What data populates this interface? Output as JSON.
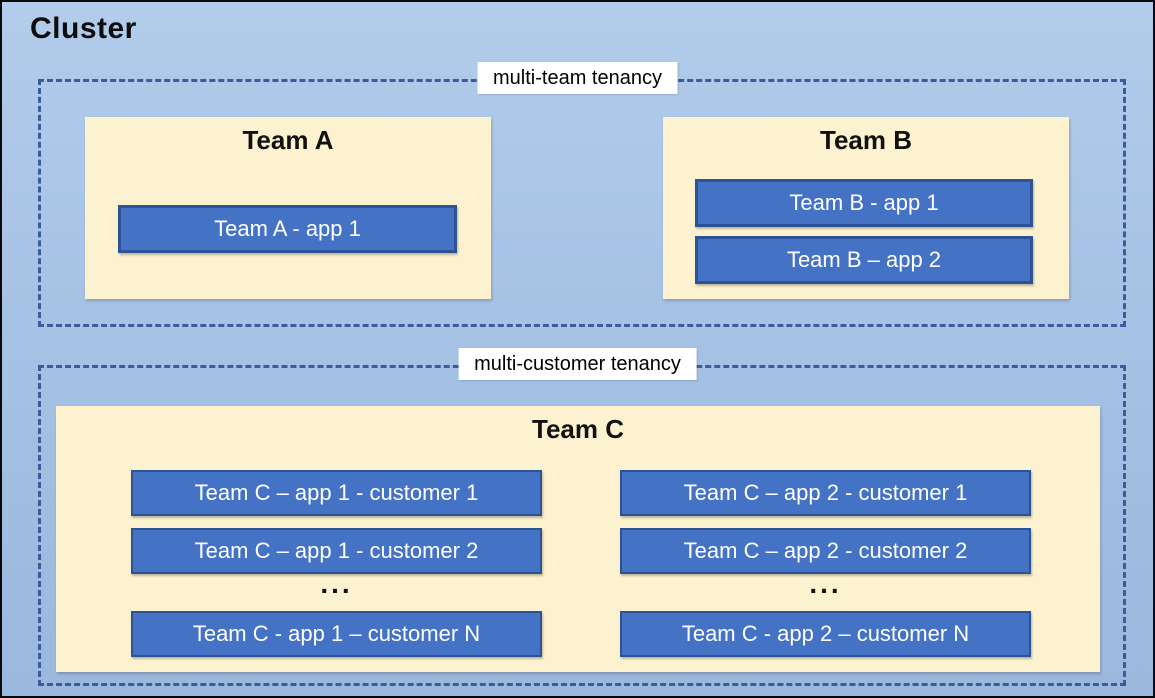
{
  "title": "Cluster",
  "sections": {
    "multi_team": {
      "label": "multi-team tenancy",
      "team_a": {
        "name": "Team A",
        "apps": [
          "Team A - app 1"
        ]
      },
      "team_b": {
        "name": "Team B",
        "apps": [
          "Team B - app 1",
          "Team B – app 2"
        ]
      }
    },
    "multi_customer": {
      "label": "multi-customer tenancy",
      "team_c": {
        "name": "Team C",
        "col1": {
          "apps": [
            "Team C – app 1 - customer 1",
            "Team C – app 1 - customer 2"
          ],
          "ellipsis": "...",
          "app_n": "Team C - app 1 – customer N"
        },
        "col2": {
          "apps": [
            "Team C – app 2 - customer 1",
            "Team C – app 2 - customer 2"
          ],
          "ellipsis": "...",
          "app_n": "Team C - app 2 – customer N"
        }
      }
    }
  },
  "colors": {
    "background_top": "#b2cceb",
    "background_bottom": "#9bb8dd",
    "panel_fill": "#fdf2cf",
    "app_fill": "#4472c4",
    "app_border": "#2e5395",
    "dashed_border": "#3a5b9c",
    "label_background": "#ffffff",
    "text_dark": "#0d0d0d",
    "text_light": "#ffffff"
  }
}
